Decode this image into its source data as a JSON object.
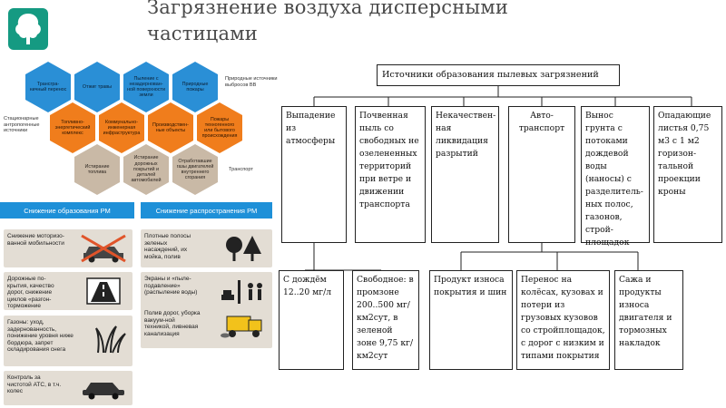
{
  "title": {
    "line1": "Загрязнение воздуха дисперсными",
    "line2": "частицами"
  },
  "infographic": {
    "labels": {
      "natural": "Природные источники выбросов ВВ",
      "stationary": "Стационарные антропогенные источники",
      "transport": "Транспорт"
    },
    "hexes": [
      {
        "text": "Трансгра-ничный перенос",
        "color": "blue"
      },
      {
        "text": "Отжиг травы",
        "color": "blue"
      },
      {
        "text": "Пыление с незадернован-ной поверхности земли",
        "color": "blue"
      },
      {
        "text": "Природные пожары",
        "color": "blue"
      },
      {
        "text": "Топливно-энергетический комплекс",
        "color": "orange"
      },
      {
        "text": "Коммунально-инженерная инфраструктура",
        "color": "orange"
      },
      {
        "text": "Производствен-ные объекты",
        "color": "orange"
      },
      {
        "text": "Пожары техногенного или бытового происхождения",
        "color": "orange"
      },
      {
        "text": "Истирание топлива",
        "color": "gray"
      },
      {
        "text": "Истирание дорожных покрытий и деталей автомобилей",
        "color": "gray"
      },
      {
        "text": "Отработавшие газы двигателей внутреннего сгорания",
        "color": "gray"
      }
    ],
    "reduce_formation": {
      "heading": "Снижение образования РМ",
      "items": [
        {
          "text": "Снижение моторизо-ванной мобильности",
          "icon": "crossed-car-icon"
        },
        {
          "text": "Дорожные по-крытия, качество дорог, снижение циклов «разгон-торможение",
          "icon": "road-icon"
        },
        {
          "text": "Газоны: уход, задернованность, понижение уровня ниже бордюра, запрет складирования снега",
          "icon": "grass-icon"
        },
        {
          "text": "Контроль за чистотой АТС, в т.ч. колес",
          "icon": "car-icon"
        }
      ]
    },
    "reduce_spread": {
      "heading": "Снижение распространения РМ",
      "items": [
        {
          "text": "Плотные полосы зеленых насаждений, их мойка, полив",
          "icon": "trees-icon"
        },
        {
          "text": "Экраны и «пыле-подавление» (распыление воды)",
          "icon": "screen-icon"
        },
        {
          "text": "Полив дорог, уборка вакуум-ной техникой, ливневая канализация",
          "icon": "sweeper-icon"
        }
      ]
    },
    "colors": {
      "blue": "#2a8fd6",
      "orange": "#f07d1c",
      "gray": "#c9b9a6",
      "band": "#1e90d8",
      "card": "#e3ddd4",
      "logo": "#159a82"
    }
  },
  "diagram": {
    "header": "Источники образования пылевых загрязнений",
    "sources": [
      "Выпадение из атмосферы",
      "Почвенная пыль со свободных не озелененных территорий при ветре и движении транспорта",
      "Некачествен-ная ликвидация разрытий",
      "Авто-транспорт",
      "Вынос грунта с потоками дождевой воды (наносы) с разделитель-ных полос, газонов, строй-площадок",
      "Опадающие листья 0,75 м3 с 1 м2 горизон-тальной проекции кроны"
    ],
    "atmosphere_children": [
      "С дождём 12..20 мг/л",
      "Свободное: в промзоне 200..500 мг/км2сут, в зеленой зоне 9,75 кг/км2сут"
    ],
    "transport_children": [
      "Продукт износа покрытия и шин",
      "Перенос на колёсах, кузовах и потери из грузовых кузовов со стройплощадок, с дорог с низким и типами покрытия",
      "Сажа и продукты износа двигателя и тормозных накладок"
    ]
  }
}
